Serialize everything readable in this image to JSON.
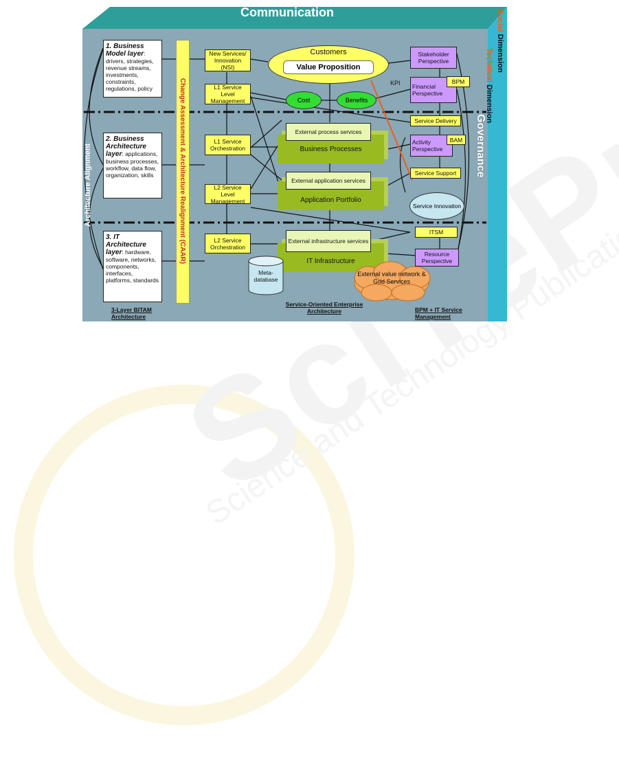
{
  "diagram": {
    "top_banner": "Communication",
    "right_dimension_social_a": "Social",
    "right_dimension_social_b": " Dimension",
    "right_dimension_technical_a": "Technical",
    "right_dimension_technical_b": " Dimension",
    "governance": "Governance",
    "architecture_alignment": "Architecture Alignment",
    "caar_bar": "Change Assessment & Architecture Realignment (CAAR)",
    "layers": [
      {
        "title": "1. Business Model layer",
        "body": ": drivers, strategies, revenue streams, investments, constraints, regulations, policy"
      },
      {
        "title": "2. Business Architecture layer",
        "body": ": applications, business processes, workflow, data flow, organization, skills"
      },
      {
        "title": "3. IT Architecture layer",
        "body": ": hardware, software, networks, components, interfaces, platforms, standards"
      }
    ],
    "service_boxes": {
      "new_services": "New Services/ Innovation (NSI)",
      "l1_service_level": "L1 Service Level Management",
      "l1_orchestration": "L1 Service Orchestration",
      "l2_service_level": "L2 Service Level Management",
      "l2_orchestration": "L2 Service Orchestration"
    },
    "customers": "Customers",
    "value_proposition": "Value Proposition",
    "cost": "Cost",
    "benefits": "Benefits",
    "kpi": "KPI",
    "external_process_services": "External process services",
    "business_processes": "Business Processes",
    "external_application_services": "External application services",
    "application_portfolio": "Application Portfolio",
    "external_infrastructure_services": "External infrastructure services",
    "it_infrastructure": "IT Infrastructure",
    "meta_database": "Meta-database",
    "external_value_network": "External value network & Grid Services",
    "service_innovation": "Service Innovation",
    "perspectives": {
      "stakeholder": "Stakeholder Perspective",
      "financial": "Financial Perspective",
      "activity": "Activity Perspective",
      "resource": "Resource Perspective"
    },
    "bpm": "BPM",
    "bam": "BAM",
    "service_delivery": "Service Delivery",
    "service_support": "Service Support",
    "itsm": "ITSM",
    "footer_left": "3-Layer BITAM Architecture",
    "footer_center": "Service-Oriented Enterprise Architecture",
    "footer_right": "BPM + IT Service Management"
  },
  "colors": {
    "panel_front": "#8aa8b6",
    "panel_top": "#2e9e9a",
    "panel_right": "#36b7d2",
    "yellow": "#ffff66",
    "purple": "#cc99ff",
    "olive": "#99bb22",
    "orange_arrow": "#e8601c"
  }
}
